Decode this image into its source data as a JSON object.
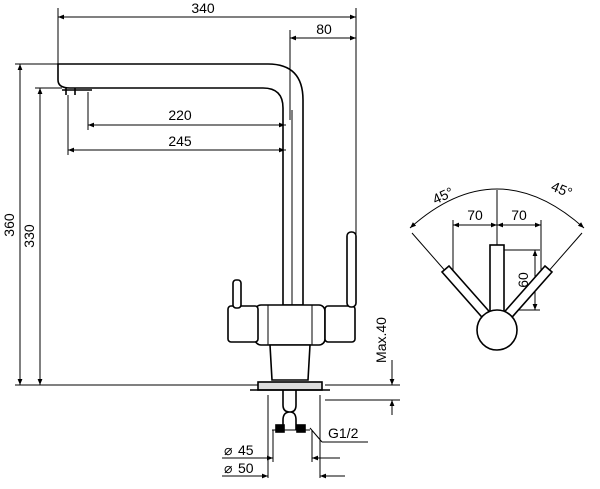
{
  "dimensions": {
    "total_width": "340",
    "spout_offset": "80",
    "spout_reach_inner": "220",
    "spout_reach_outer": "245",
    "total_height": "360",
    "spout_height": "330",
    "max_thickness": "Max.40",
    "thread": "G1/2",
    "hole_min": "45",
    "hole_max": "50"
  },
  "top_view": {
    "angle_left": "45°",
    "angle_right": "45°",
    "offset_left": "70",
    "offset_right": "70",
    "spout_gap": "60"
  },
  "symbols": {
    "diameter": "⌀"
  }
}
